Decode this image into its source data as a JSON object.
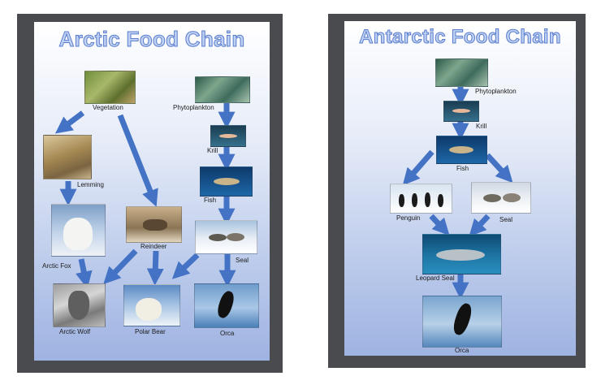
{
  "arctic": {
    "title": "Arctic Food Chain",
    "labels": {
      "vegetation": "Vegetation",
      "phytoplankton": "Phytoplankton",
      "krill": "Krill",
      "lemming": "Lemming",
      "fish": "Fish",
      "reindeer": "Reindeer",
      "seal": "Seal",
      "arctic_fox": "Arctic Fox",
      "arctic_wolf": "Arctic Wolf",
      "polar_bear": "Polar Bear",
      "orca": "Orca"
    }
  },
  "antarctic": {
    "title": "Antarctic Food Chain",
    "labels": {
      "phytoplankton": "Phytoplankton",
      "krill": "Krill",
      "fish": "Fish",
      "penguin": "Penguin",
      "seal": "Seal",
      "leopard_seal": "Leopard Seal",
      "orca": "Orca"
    }
  },
  "colors": {
    "frame": "#4a4b4f",
    "arrow": "#4472c4",
    "title_fill": "#bfd2f4",
    "title_stroke": "#5a7ccc"
  }
}
